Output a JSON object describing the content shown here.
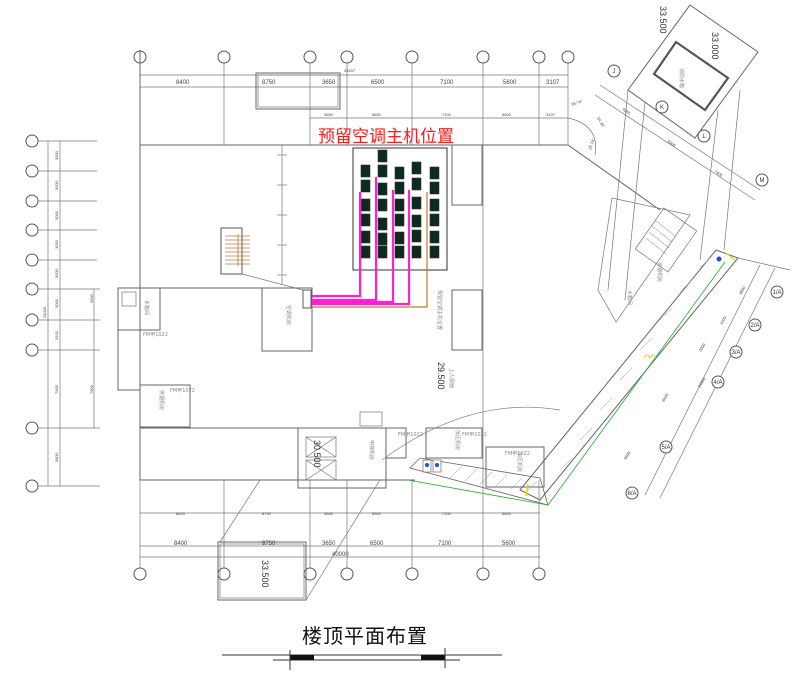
{
  "drawing": {
    "title": "楼顶平面布置",
    "annotation": "预留空调主机位置",
    "accent_colors": {
      "annotation": "#ff1a1a",
      "refrigerant_pipe": "#ff1fd6",
      "drain_pipe": "#c07a30",
      "ac_unit": "#0d2a1e",
      "edge_line": "#22aa22",
      "marker": "#f2e600"
    }
  },
  "top_dimensions": {
    "overall": "43207",
    "segments": [
      "8400",
      "8750",
      "3650",
      "6500",
      "7100",
      "5600",
      "3107"
    ],
    "inner_segments": [
      "3650",
      "6500",
      "7100",
      "5600",
      "3107"
    ]
  },
  "bottom_dimensions": {
    "overall": "40000",
    "segments": [
      "8400",
      "8750",
      "3650",
      "6500",
      "7100",
      "5600"
    ],
    "inner_segments": [
      "8400",
      "8750",
      "3650",
      "6500",
      "7100",
      "5600"
    ]
  },
  "left_dimensions": {
    "overall": "24000",
    "segments": [
      "3000",
      "3000",
      "3000",
      "3000",
      "3000",
      "3000",
      "3100",
      "7900",
      "5800"
    ],
    "inner": [
      "3000",
      "7900"
    ]
  },
  "wing_dimensions": {
    "angles": [
      "35.74°",
      "54.26°",
      "35.74°"
    ],
    "upper": [
      "5065",
      "5000",
      "7400"
    ],
    "lower": [
      "3800",
      "4200",
      "3000",
      "8400",
      "5600"
    ],
    "overall": "24900"
  },
  "wing_axes": [
    "J",
    "K",
    "L",
    "M",
    "1/A",
    "2/A",
    "3/A",
    "4/A",
    "5/A",
    "6/A"
  ],
  "elevations": {
    "tank_top": "33.500",
    "tank_roof": "33.000",
    "stair_roof": "33.500",
    "roof": "29.500",
    "elevator_roof": "30.500"
  },
  "rooms": {
    "roof_label": "上人屋面",
    "elevator_machine_room": "电梯机房",
    "pressurization_fan_room": "加压机房",
    "exhaust_fan_room": "排烟机房",
    "water_tank_room": "水箱间",
    "ac_outdoor_room": "空调机房",
    "reserved_ac_position": "预留空调主机位置",
    "door_tag": "FM甲1022",
    "fire_tank": "消防水箱"
  }
}
